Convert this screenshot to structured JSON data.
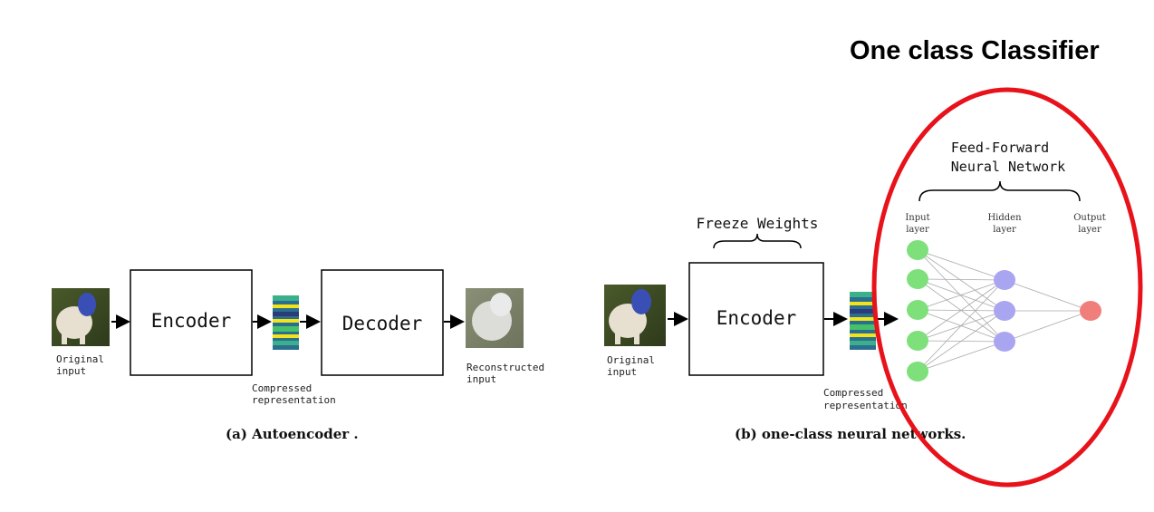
{
  "title": "One class Classifier",
  "panel_a": {
    "original_input": [
      "Original",
      "input"
    ],
    "encoder": "Encoder",
    "decoder": "Decoder",
    "compressed": [
      "Compressed",
      "representation"
    ],
    "reconstructed": [
      "Reconstructed",
      "input"
    ],
    "caption": "(a) Autoencoder ."
  },
  "panel_b": {
    "original_input": [
      "Original",
      "input"
    ],
    "freeze": "Freeze Weights",
    "encoder": "Encoder",
    "compressed": [
      "Compressed",
      "representation"
    ],
    "caption": "(b) one-class neural networks.",
    "nn_title": [
      "Feed-Forward",
      "Neural Network"
    ],
    "input_layer": [
      "Input",
      "layer"
    ],
    "hidden_layer": [
      "Hidden",
      "layer"
    ],
    "output_layer": [
      "Output",
      "layer"
    ]
  },
  "colors": {
    "ellipse": "#e8121a",
    "input_nodes": "#7ee07a",
    "hidden_nodes": "#a9a5f0",
    "output_nodes": "#f07f7c"
  }
}
